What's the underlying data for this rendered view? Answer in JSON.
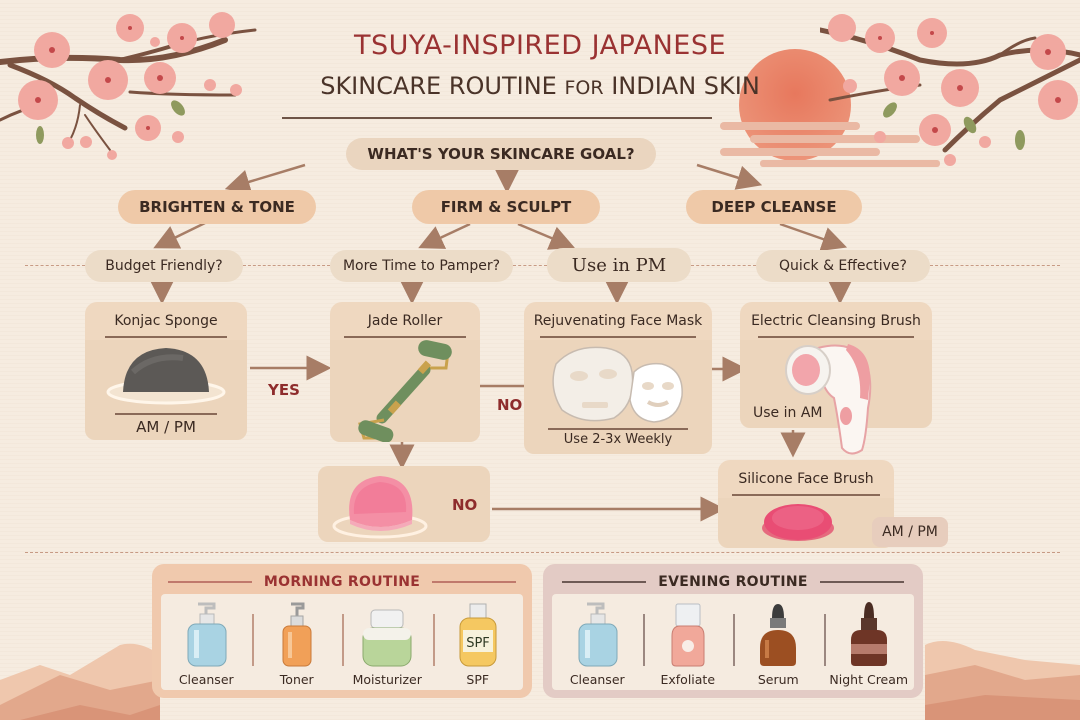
{
  "title": {
    "line1": "TSUYA-INSPIRED JAPANESE",
    "line2_a": "SKINCARE ROUTINE ",
    "line2_b": "FOR",
    "line2_c": " INDIAN SKIN"
  },
  "colors": {
    "background": "#f6ece0",
    "title_red": "#9a3232",
    "accent_peach": "#efc9a8",
    "sun": "#e3765c",
    "blossom": "#f0a9a0"
  },
  "flow": {
    "goal_question": "WHAT'S YOUR SKINCARE GOAL?",
    "categories": [
      {
        "id": "brighten",
        "label": "BRIGHTEN & TONE"
      },
      {
        "id": "firm",
        "label": "FIRM & SCULPT"
      },
      {
        "id": "cleanse",
        "label": "DEEP CLEANSE"
      }
    ],
    "questions": [
      {
        "id": "budget",
        "label": "Budget Friendly?"
      },
      {
        "id": "pamper",
        "label": "More Time to Pamper?"
      },
      {
        "id": "pm",
        "label": "Use in PM"
      },
      {
        "id": "quick",
        "label": "Quick & Effective?"
      }
    ],
    "products": [
      {
        "id": "konjac",
        "name": "Konjac Sponge",
        "usage": "AM / PM",
        "icon": "konjac-sponge-icon"
      },
      {
        "id": "jade",
        "name": "Jade Roller",
        "usage": "",
        "icon": "jade-roller-icon"
      },
      {
        "id": "mask",
        "name": "Rejuvenating Face Mask",
        "usage": "Use 2-3x Weekly",
        "icon": "sheet-mask-icon"
      },
      {
        "id": "electric",
        "name": "Electric Cleansing Brush",
        "usage": "Use in AM",
        "icon": "electric-brush-icon"
      },
      {
        "id": "pinkbrush",
        "name": "",
        "usage": "",
        "icon": "pink-silicone-brush-icon"
      },
      {
        "id": "silicone",
        "name": "Silicone Face Brush",
        "usage": "AM / PM",
        "icon": "silicone-brush-icon"
      }
    ],
    "edge_labels": {
      "yes": "YES",
      "no_mask": "NO",
      "no_brush": "NO"
    }
  },
  "routines": {
    "morning": {
      "title": "MORNING ROUTINE",
      "steps": [
        {
          "label": "Cleanser",
          "icon": "pump-bottle-icon"
        },
        {
          "label": "Toner",
          "icon": "toner-bottle-icon"
        },
        {
          "label": "Moisturizer",
          "icon": "cream-jar-icon"
        },
        {
          "label": "SPF",
          "icon": "spf-bottle-icon",
          "bottle_text": "SPF"
        }
      ]
    },
    "evening": {
      "title": "EVENING ROUTINE",
      "steps": [
        {
          "label": "Cleanser",
          "icon": "pump-bottle-icon"
        },
        {
          "label": "Exfoliate",
          "icon": "exfoliant-bottle-icon"
        },
        {
          "label": "Serum",
          "icon": "serum-dropper-icon"
        },
        {
          "label": "Night Cream",
          "icon": "night-cream-dropper-icon"
        }
      ]
    }
  }
}
